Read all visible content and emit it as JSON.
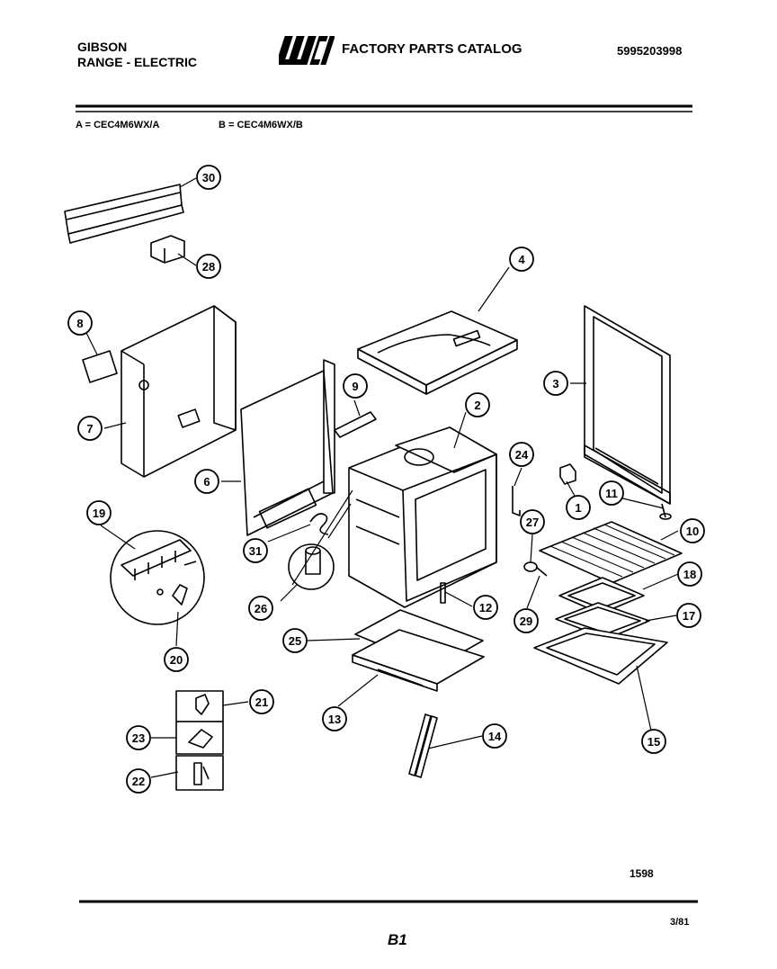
{
  "header": {
    "brand_line1": "GIBSON",
    "brand_line2": "RANGE - ELECTRIC",
    "logo_text": "WCI",
    "catalog_title": "FACTORY PARTS CATALOG",
    "part_number": "5995203998"
  },
  "models": {
    "a": "A = CEC4M6WX/A",
    "b": "B = CEC4M6WX/B"
  },
  "footer": {
    "figure_code": "1598",
    "page_label": "B1",
    "date": "3/81"
  },
  "callouts": [
    "30",
    "28",
    "8",
    "7",
    "6",
    "9",
    "4",
    "2",
    "3",
    "24",
    "1",
    "11",
    "10",
    "27",
    "18",
    "17",
    "29",
    "15",
    "19",
    "31",
    "26",
    "12",
    "20",
    "25",
    "13",
    "21",
    "23",
    "22",
    "14"
  ]
}
